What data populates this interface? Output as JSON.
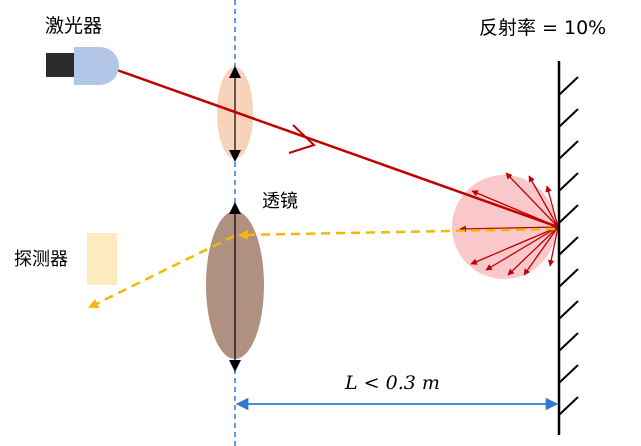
{
  "labels": {
    "laser": "激光器",
    "reflectivity": "反射率 = 10%",
    "lens": "透镜",
    "detector": "探测器",
    "distance": "L < 0.3 m"
  },
  "colors": {
    "laser_beam": "#c00000",
    "return_beam": "#f5b800",
    "scatter_arrows": "#c00000",
    "scatter_sphere": "#f8b4b8",
    "distance_arrow": "#2e7bd6",
    "optical_axis": "#2e7bd6",
    "upper_lens": "#f9d2bc",
    "lower_lens": "#b09080",
    "detector": "#fdebc0",
    "laser_body": "#b4c6e7",
    "laser_head": "#2b2b2b",
    "wall": "#000000"
  }
}
